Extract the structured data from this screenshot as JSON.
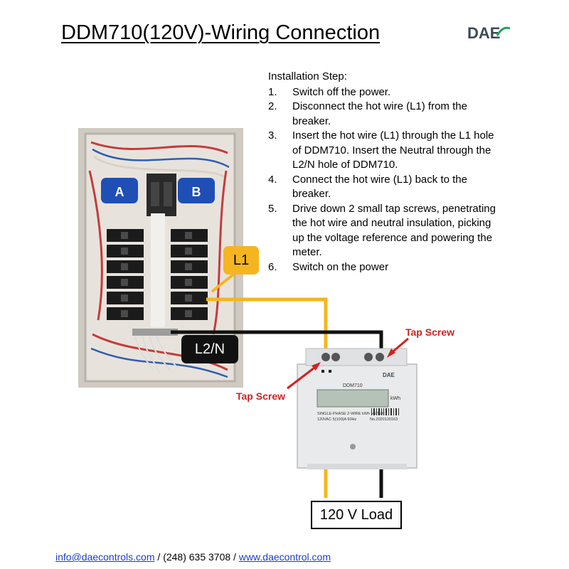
{
  "title": "DDM710(120V)-Wiring Connection",
  "logo": {
    "text": "DAE"
  },
  "installation": {
    "heading": "Installation Step:",
    "steps": [
      {
        "num": "1.",
        "text": "Switch off the power."
      },
      {
        "num": "2.",
        "text": "Disconnect the hot wire (L1) from the breaker."
      },
      {
        "num": "3.",
        "text": "Insert the hot wire (L1) through the L1 hole of DDM710. Insert the Neutral through the L2/N hole of DDM710."
      },
      {
        "num": "4.",
        "text": "Connect the hot wire (L1) back to the breaker."
      },
      {
        "num": "5.",
        "text": "Drive down 2 small tap screws, penetrating the hot wire and neutral insulation, picking up the voltage reference and powering the meter."
      },
      {
        "num": "6.",
        "text": "Switch on the power"
      }
    ]
  },
  "panel": {
    "label_a": "A",
    "label_b": "B"
  },
  "labels": {
    "l1": "L1",
    "l2n": "L2/N",
    "tap_screw_right": "Tap Screw",
    "tap_screw_left": "Tap Screw",
    "load": "120 V Load"
  },
  "meter": {
    "model": "DDM710",
    "brand": "DAE",
    "unit": "kWh",
    "line1": "SINGLE-PHASE 2-WIRE kWh METER",
    "line2": "120VAC  5(100)A  60Hz",
    "serial": "No.2020120163"
  },
  "footer": {
    "email": "info@daecontrols.com",
    "sep1": " / ",
    "phone": "(248) 635 3708",
    "sep2": " / ",
    "website": "www.daecontrol.com"
  },
  "colors": {
    "hot_wire": "#f5b521",
    "neutral_wire": "#111111",
    "tap_screw": "#d32020",
    "link": "#1a3ec8",
    "panel_label": "#1f4fb5"
  }
}
